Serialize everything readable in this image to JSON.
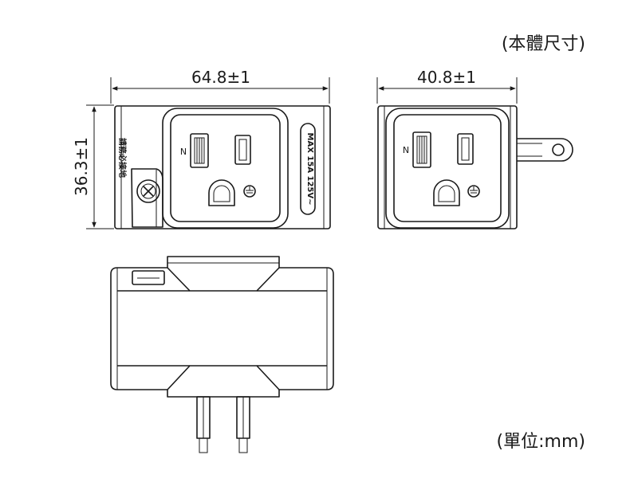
{
  "header": {
    "label": "(本體尺寸)"
  },
  "footer": {
    "label": "(單位:mm)"
  },
  "dimensions": {
    "front_width": "64.8±1",
    "side_width": "40.8±1",
    "height": "36.3±1"
  },
  "labels": {
    "rating": "MAX 15A 125V~",
    "ground_warning": "請務必接地",
    "neutral_mark": "N"
  }
}
